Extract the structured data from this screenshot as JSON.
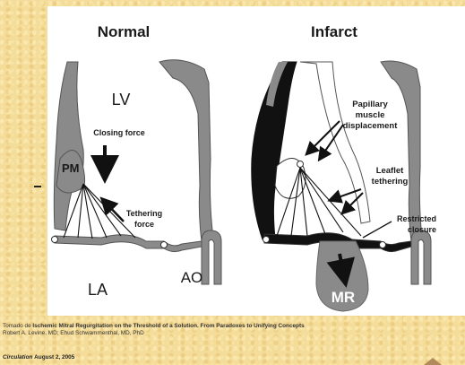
{
  "figure": {
    "normal_title": "Normal",
    "infarct_title": "Infarct",
    "normal": {
      "lv": "LV",
      "pm": "PM",
      "la": "LA",
      "ao": "AO",
      "closing_force": "Closing force",
      "tethering_force_1": "Tethering",
      "tethering_force_2": "force"
    },
    "infarct": {
      "papillary_1": "Papillary",
      "papillary_2": "muscle",
      "papillary_3": "displacement",
      "leaflet_1": "Leaflet",
      "leaflet_2": "tethering",
      "restricted_1": "Restricted",
      "restricted_2": "closure",
      "mr": "MR"
    }
  },
  "citation": {
    "prefix": "Tomado de ",
    "title": "Ischemic Mitral Regurgitation on the Threshold of a Solution. From Paradoxes to Unifying Concepts",
    "authors": "Robert A. Levine, MD; Ehud Schwammenthal, MD, PhD"
  },
  "journal": {
    "name": "Circulation",
    "date": "August 2, 2005"
  }
}
